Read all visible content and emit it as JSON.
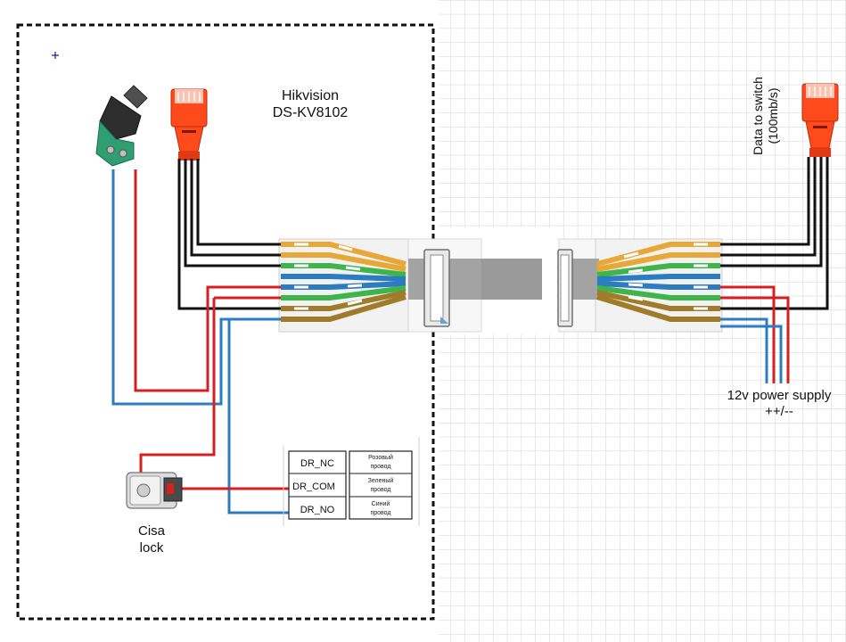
{
  "device": {
    "brand": "Hikvision",
    "model": "DS-KV8102"
  },
  "uplink": {
    "line1": "Data to switch",
    "line2": "(100mb/s)"
  },
  "power": {
    "line1": "12v power supply",
    "line2": "++/--"
  },
  "lock": {
    "line1": "Cisa",
    "line2": "lock"
  },
  "terminals": [
    {
      "id": "DR_NC",
      "note": "Розовый провод"
    },
    {
      "id": "DR_COM",
      "note": "Зеленый провод"
    },
    {
      "id": "DR_NO",
      "note": "Синий провод"
    }
  ],
  "colors": {
    "red": "#d42020",
    "blue": "#2b7cc0",
    "black": "#111111",
    "orange": "#ff4a1c",
    "green": "#3eb54a",
    "brown": "#a07b2a",
    "gold": "#e8a838",
    "cable": "#999999"
  }
}
